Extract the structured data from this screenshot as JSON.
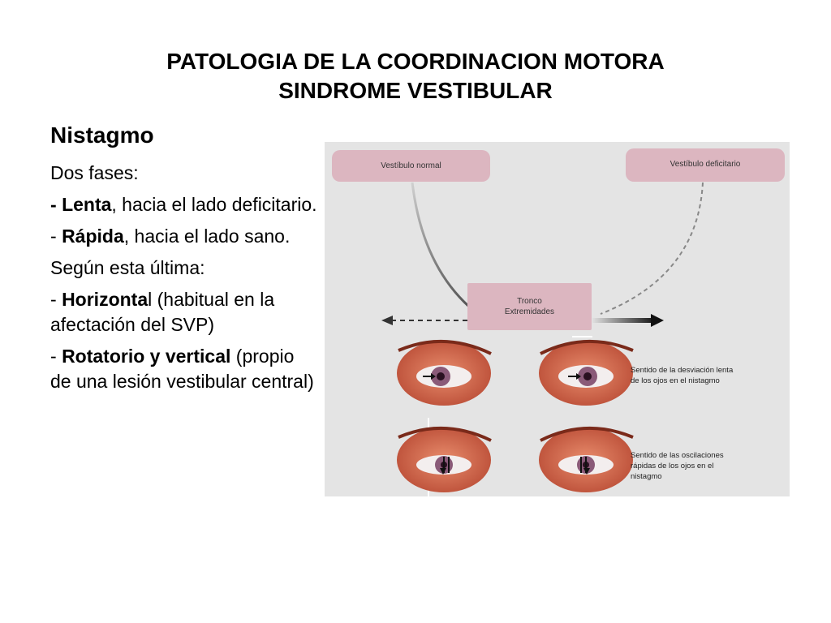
{
  "slide": {
    "title_line1": "PATOLOGIA DE LA COORDINACION MOTORA",
    "title_line2": "SINDROME VESTIBULAR",
    "heading": "Nistagmo",
    "p1": "Dos fases:",
    "p2_dash": "- ",
    "p2_bold": "Lenta",
    "p2_rest": ", hacia el lado deficitario.",
    "p3_dash": "- ",
    "p3_bold": "Rápida",
    "p3_rest": ", hacia el lado sano.",
    "p4": "Según esta última:",
    "p5_dash": "- ",
    "p5_bold": "Horizonta",
    "p5_rest": "l (habitual en la afectación del SVP)",
    "p6_dash": " - ",
    "p6_bold": "Rotatorio y vertical",
    "p6_rest": " (propio de una lesión vestibular central)"
  },
  "figure": {
    "box_left": "Vestíbulo normal",
    "box_right": "Vestíbulo deficitario",
    "box_center_line1": "Tronco",
    "box_center_line2": "Extremidades",
    "caption_top": [
      "Sentido de la desviación lenta",
      "de los ojos en el nistagmo"
    ],
    "caption_bottom": [
      "Sentido de las oscilaciones",
      "rápidas de los ojos en el",
      "nistagmo"
    ],
    "colors": {
      "figure_bg": "#e4e4e4",
      "box": "#dcb6c0",
      "skin": "#c8553f",
      "iris": "#8a5a78"
    }
  }
}
